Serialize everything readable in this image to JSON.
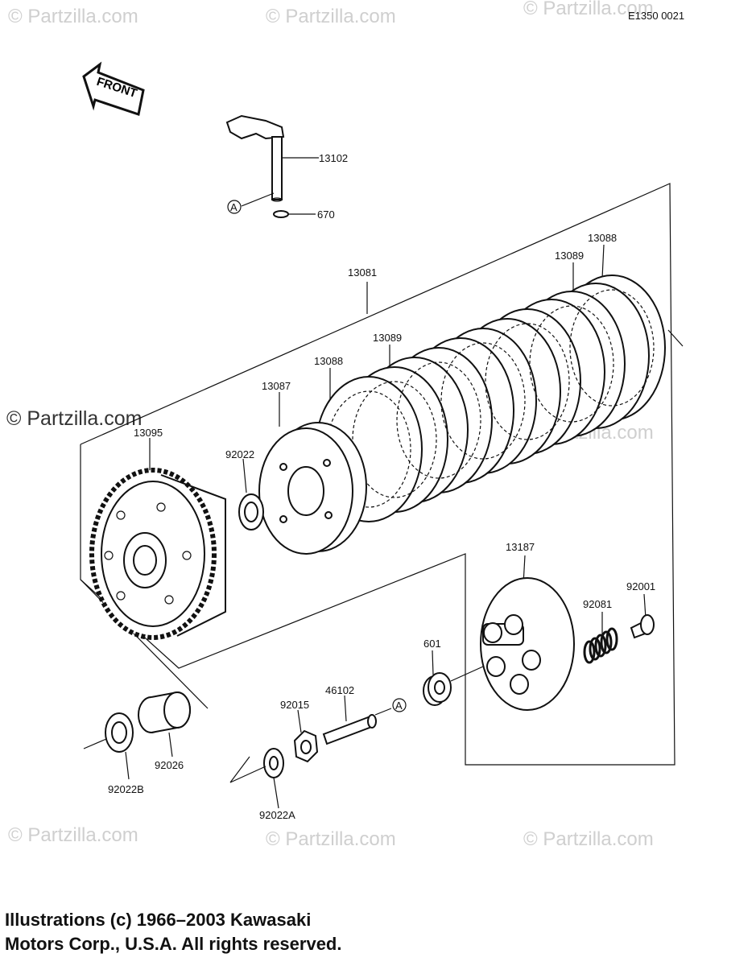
{
  "diagram_code": "E1350 0021",
  "front_label": "FRONT",
  "watermark": "© Partzilla.com",
  "parts": {
    "p13102": "13102",
    "p670": "670",
    "pA_top": "A",
    "p13081": "13081",
    "p13088_right": "13088",
    "p13089_right": "13089",
    "p13089_left": "13089",
    "p13088_left": "13088",
    "p13087": "13087",
    "p13095": "13095",
    "p92022": "92022",
    "p13187": "13187",
    "p92001": "92001",
    "p92081": "92081",
    "p601": "601",
    "p46102": "46102",
    "pA_bottom": "A",
    "p92015": "92015",
    "p92026": "92026",
    "p92022B": "92022B",
    "p92022A": "92022A"
  },
  "footer": {
    "line1": "Illustrations (c) 1966–2003 Kawasaki",
    "line2": "Motors Corp., U.S.A.  All rights reserved."
  }
}
